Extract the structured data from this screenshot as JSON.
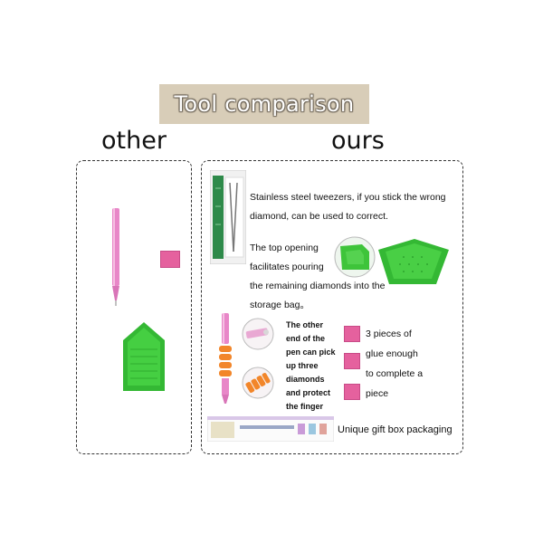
{
  "title": "Tool comparison",
  "columns": {
    "left": "other",
    "right": "ours"
  },
  "features": {
    "tweezers": [
      "Stainless steel tweezers, if you stick the wrong",
      "diamond, can be used to correct."
    ],
    "tray": [
      "The top opening",
      "facilitates pouring",
      "the remaining diamonds into the",
      "storage bag。"
    ],
    "pen": [
      "The other",
      "end of the",
      "pen can pick",
      "up three",
      "diamonds",
      "and protect",
      "the finger"
    ],
    "glue": [
      "3 pieces of",
      "glue enough",
      "to complete a",
      "piece"
    ],
    "packaging": "Unique gift box packaging"
  },
  "colors": {
    "tray_green": "#3ec43a",
    "pen_pink": "#e887c8",
    "glue_pink": "#e5619e",
    "banner": "#d8cdb8"
  }
}
